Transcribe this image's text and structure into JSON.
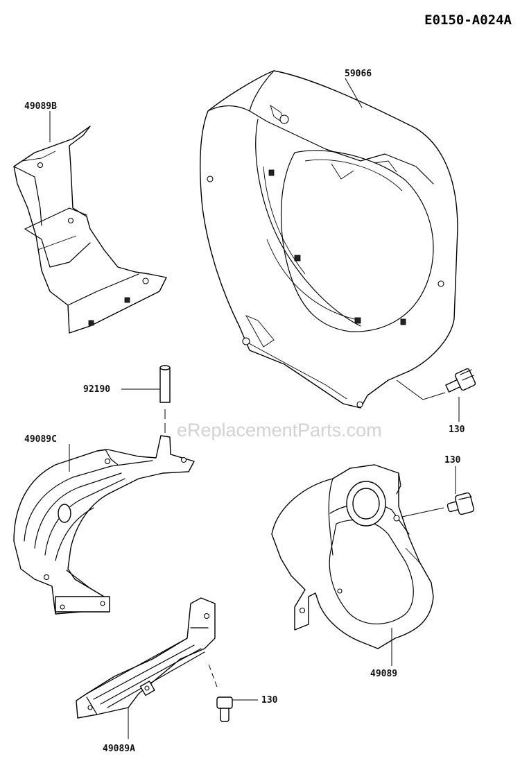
{
  "diagram_code": "E0150-A024A",
  "watermark": "eReplacementParts.com",
  "parts": [
    {
      "id": "fan-housing",
      "number": "59066"
    },
    {
      "id": "cover-b",
      "number": "49089B"
    },
    {
      "id": "pin",
      "number": "92190"
    },
    {
      "id": "cover-c",
      "number": "49089C"
    },
    {
      "id": "bolt-1",
      "number": "130"
    },
    {
      "id": "bolt-2",
      "number": "130"
    },
    {
      "id": "cover",
      "number": "49089"
    },
    {
      "id": "cover-a",
      "number": "49089A"
    },
    {
      "id": "bolt-3",
      "number": "130"
    }
  ]
}
